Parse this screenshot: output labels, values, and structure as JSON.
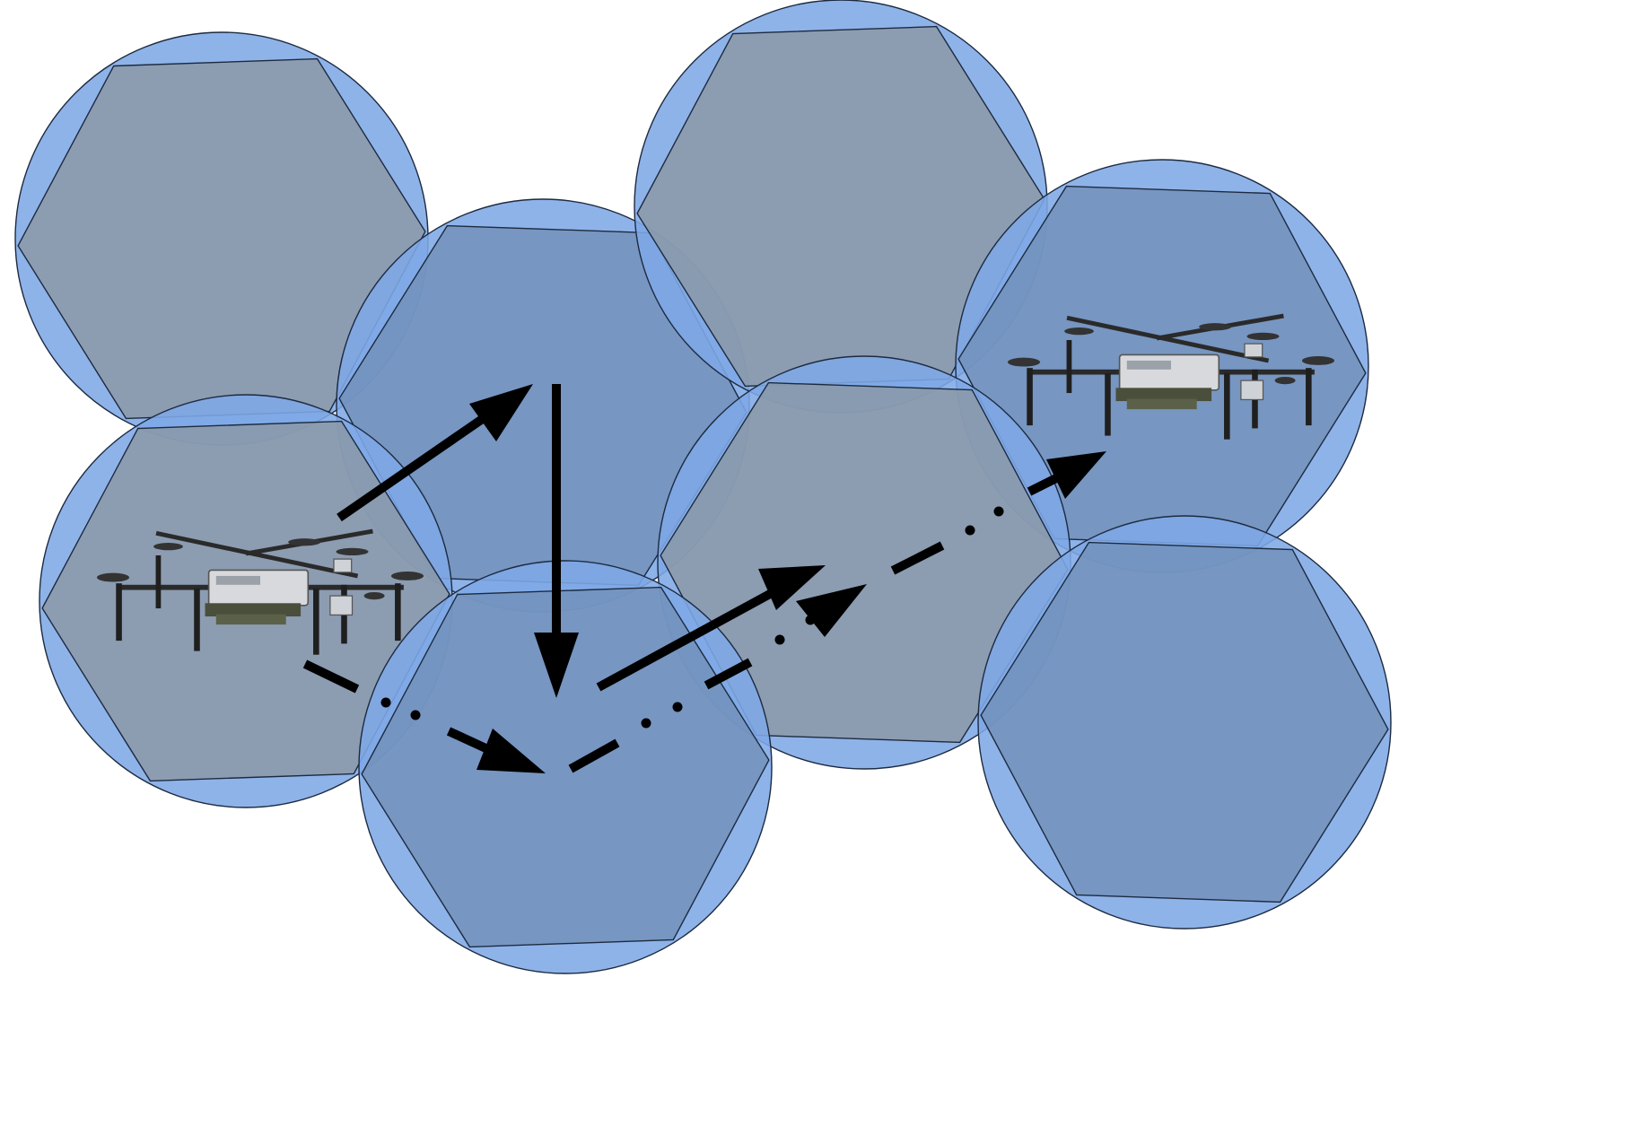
{
  "diagram": {
    "type": "hexagonal-cell-coverage",
    "cells": [
      {
        "id": "cell-1",
        "shade": "gray"
      },
      {
        "id": "cell-2",
        "shade": "blue"
      },
      {
        "id": "cell-3",
        "shade": "gray"
      },
      {
        "id": "cell-4",
        "shade": "blue"
      },
      {
        "id": "cell-5",
        "shade": "gray"
      },
      {
        "id": "cell-6",
        "shade": "gray"
      },
      {
        "id": "cell-7",
        "shade": "blue"
      },
      {
        "id": "cell-8",
        "shade": "blue"
      }
    ],
    "paths": [
      {
        "id": "solid-path",
        "style": "solid"
      },
      {
        "id": "dash-dot-path",
        "style": "dash-dot"
      }
    ],
    "drones": [
      {
        "id": "drone-start",
        "icon": "quadcopter-drone"
      },
      {
        "id": "drone-end",
        "icon": "quadcopter-drone"
      }
    ],
    "colors": {
      "coverage_circle": "#7ea8e6",
      "hexagon_gray": "#8b97a5",
      "hexagon_blue": "#7290b8",
      "outline": "#1d2a40",
      "arrows": "#000000"
    }
  }
}
